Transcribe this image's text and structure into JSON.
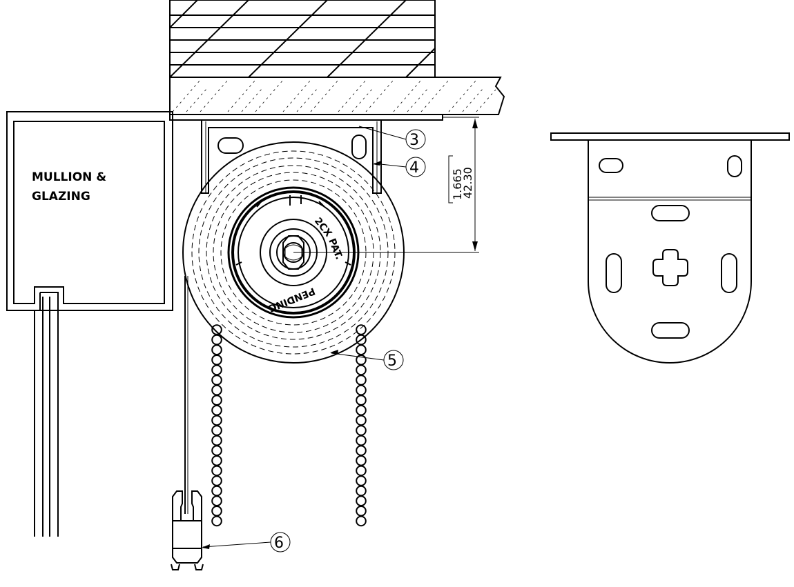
{
  "labels": {
    "mullion": [
      "MULLION &",
      "GLAZING"
    ],
    "dimension_imperial": "1.665",
    "dimension_metric": "42.30",
    "roll_text_model": "2CX",
    "roll_text_patent": "PAT. PENDING"
  },
  "callouts": [
    "3",
    "4",
    "5",
    "6"
  ]
}
